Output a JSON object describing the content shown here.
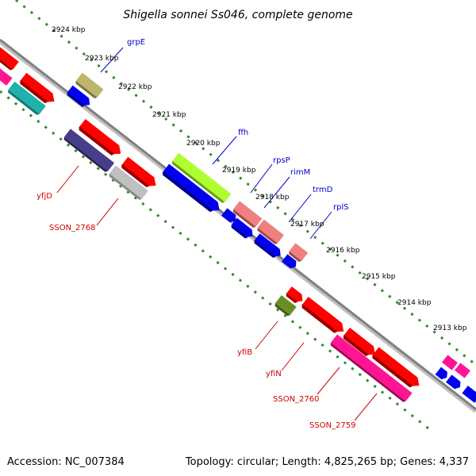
{
  "header": {
    "title": "Shigella sonnei Ss046, complete genome"
  },
  "footer": {
    "accession": "Accession: NC_007384",
    "summary": "Topology: circular; Length: 4,825,265 bp; Genes: 4,337"
  },
  "ticks": [
    "2924 kbp",
    "2923 kbp",
    "2922 kbp",
    "2921 kbp",
    "2920 kbp",
    "2919 kbp",
    "2918 kbp",
    "2917 kbp",
    "2916 kbp",
    "2915 kbp",
    "2914 kbp",
    "2913 kbp"
  ],
  "gene_labels": {
    "grpE": "grpE",
    "ffh": "ffh",
    "rpsP": "rpsP",
    "rimM": "rimM",
    "trmD": "trmD",
    "rplS": "rplS",
    "yfjD": "yfjD",
    "SSON_2768": "SSON_2768",
    "yfiB": "yfiB",
    "yfiN": "yfiN",
    "SSON_2760": "SSON_2760",
    "SSON_2759": "SSON_2759"
  },
  "colors": {
    "forward_label": "#0000cc",
    "reverse_label": "#cc0000",
    "backbone": "#808080",
    "ticks": "#2e8b22",
    "red": "#ff0000",
    "blue": "#0000ee",
    "pink": "#ff1493",
    "salmon": "#f08080",
    "lime": "#9acd32",
    "olive": "#bdb76b",
    "navy": "#483d8b",
    "grey": "#c0c0c0",
    "cyan": "#20b2aa",
    "darkolive": "#6b8e23"
  }
}
